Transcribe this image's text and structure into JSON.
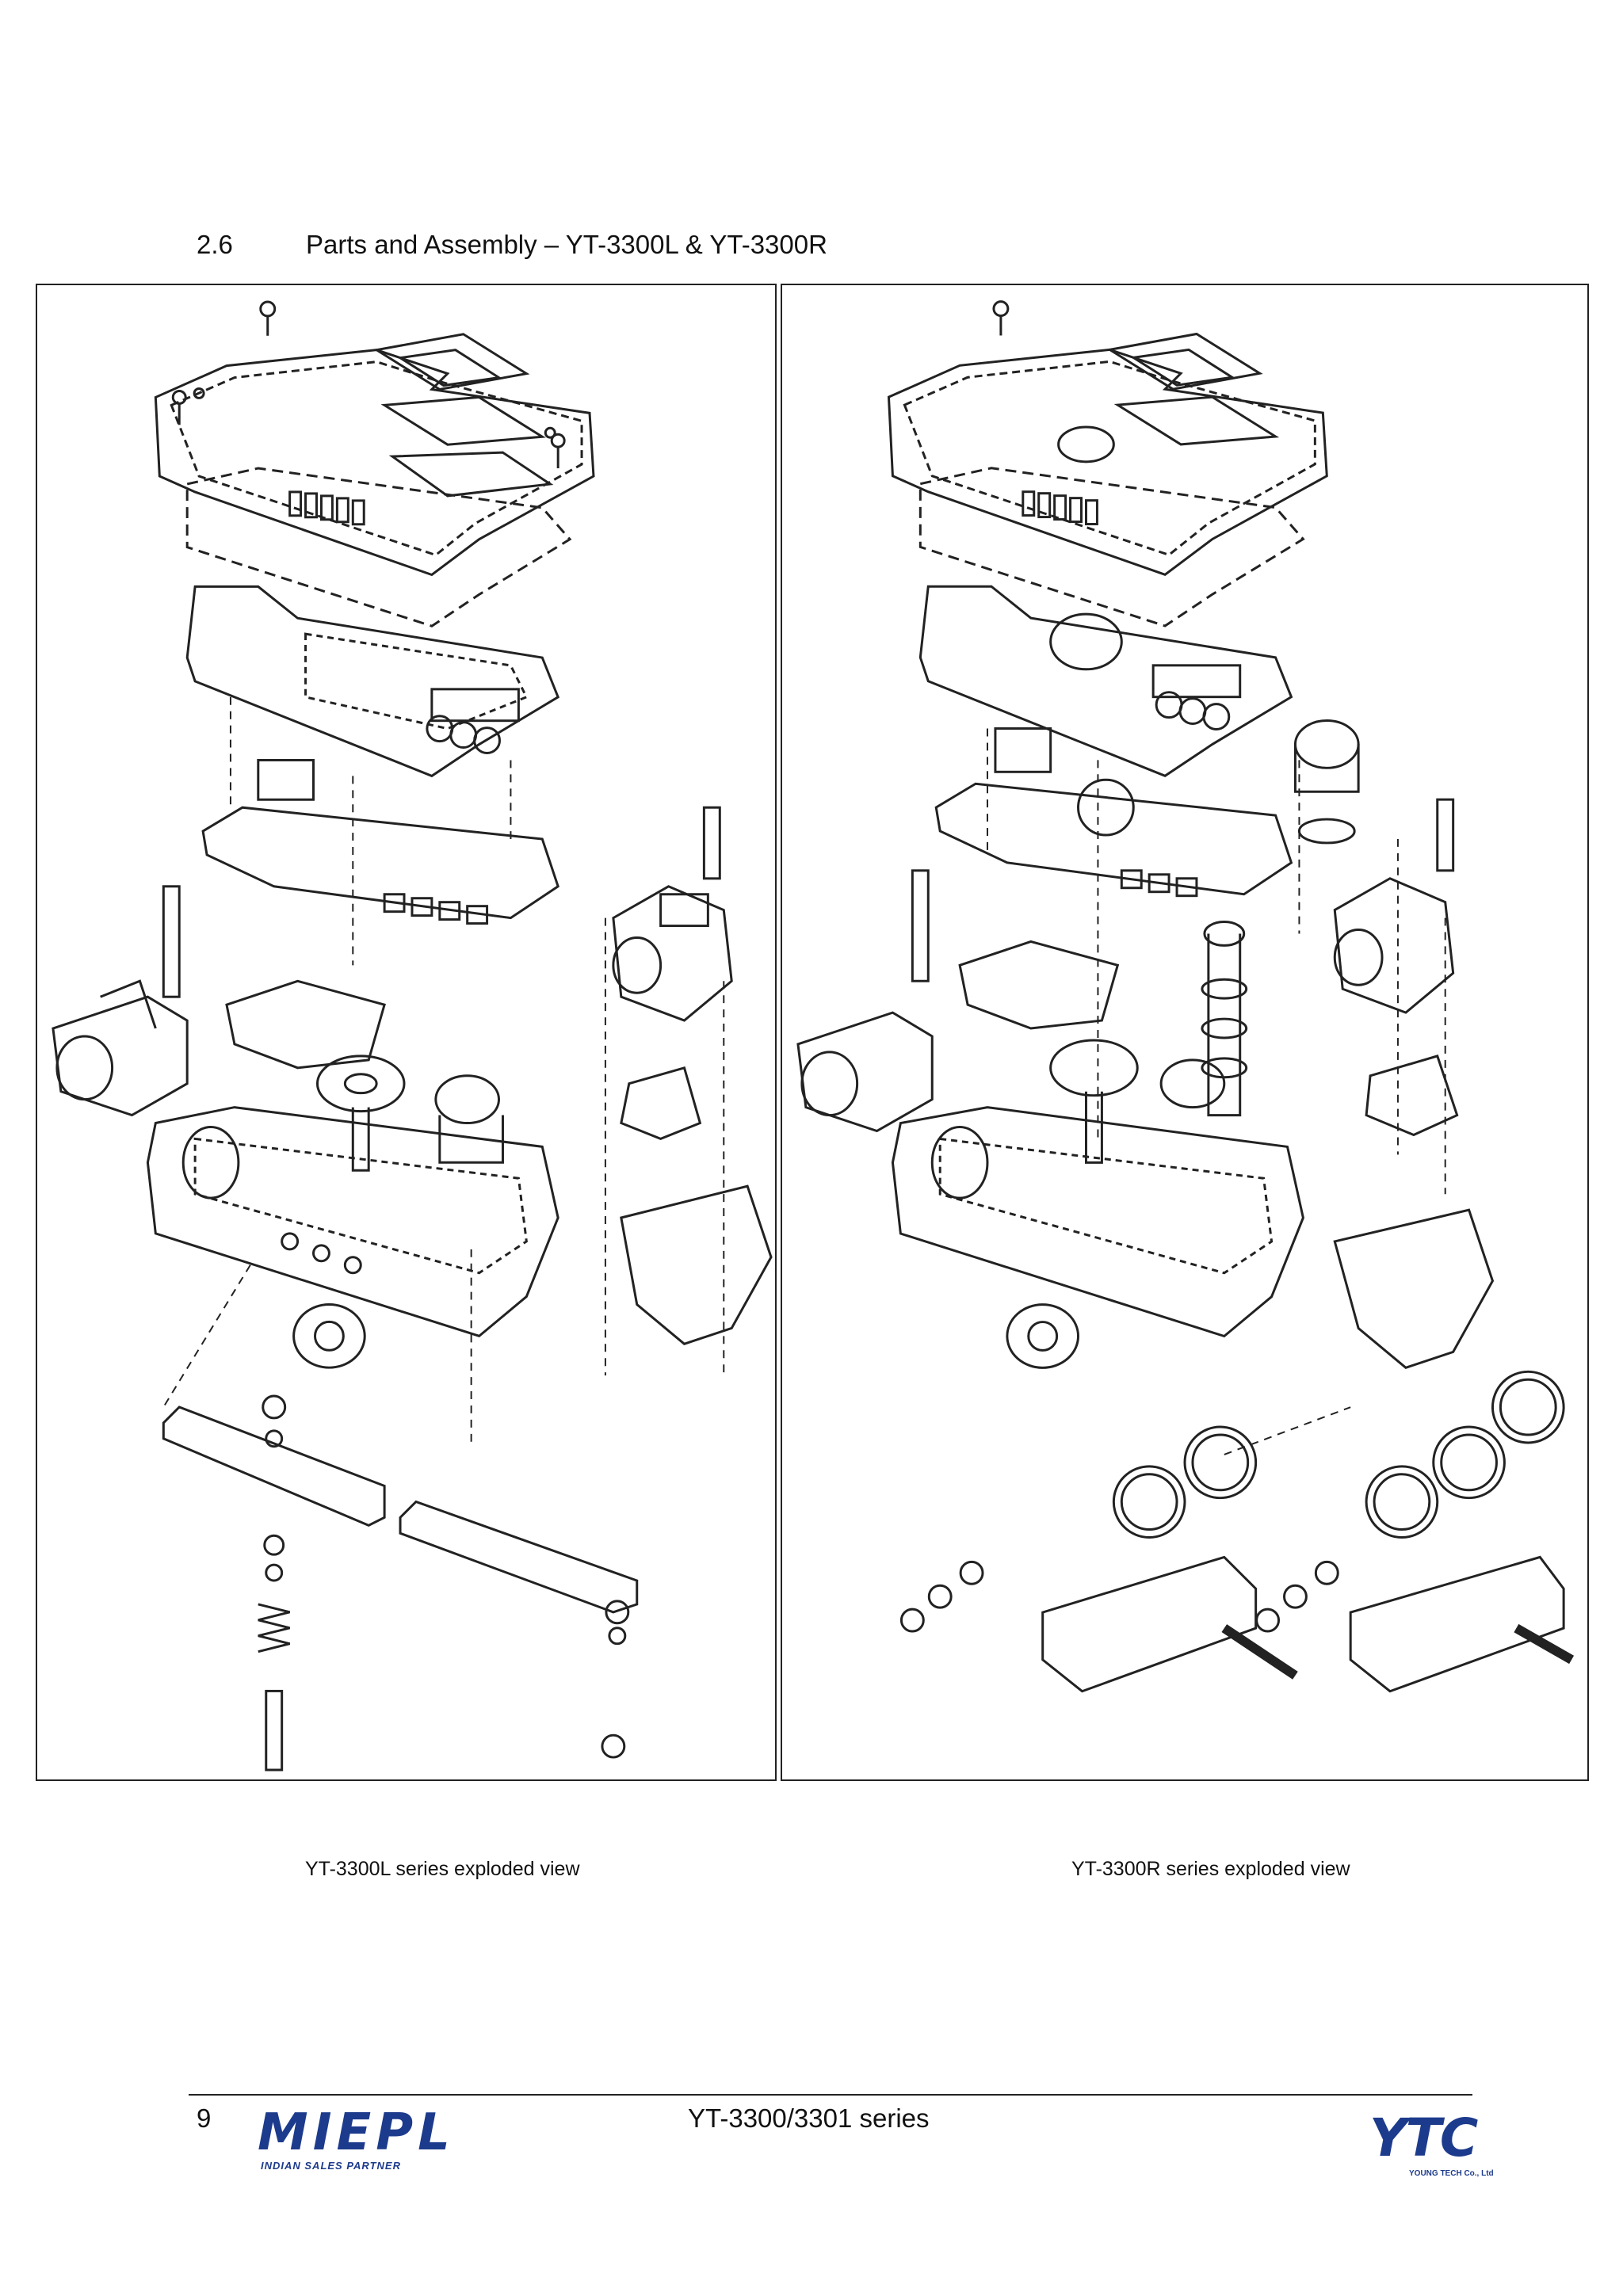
{
  "header": {
    "section_number": "2.6",
    "section_title": "Parts and Assembly – YT-3300L & YT-3300R"
  },
  "figures": [
    {
      "caption": "YT-3300L series exploded view"
    },
    {
      "caption": "YT-3300R series exploded view"
    }
  ],
  "footer": {
    "page_number": "9",
    "document_title": "YT-3300/3301 series"
  },
  "logos": {
    "left": {
      "text": "MIEPL",
      "tagline": "INDIAN SALES PARTNER",
      "color": "#1d3b8c"
    },
    "right": {
      "text": "YTC",
      "tagline": "YOUNG TECH Co., Ltd",
      "color": "#1d3b8c"
    }
  }
}
